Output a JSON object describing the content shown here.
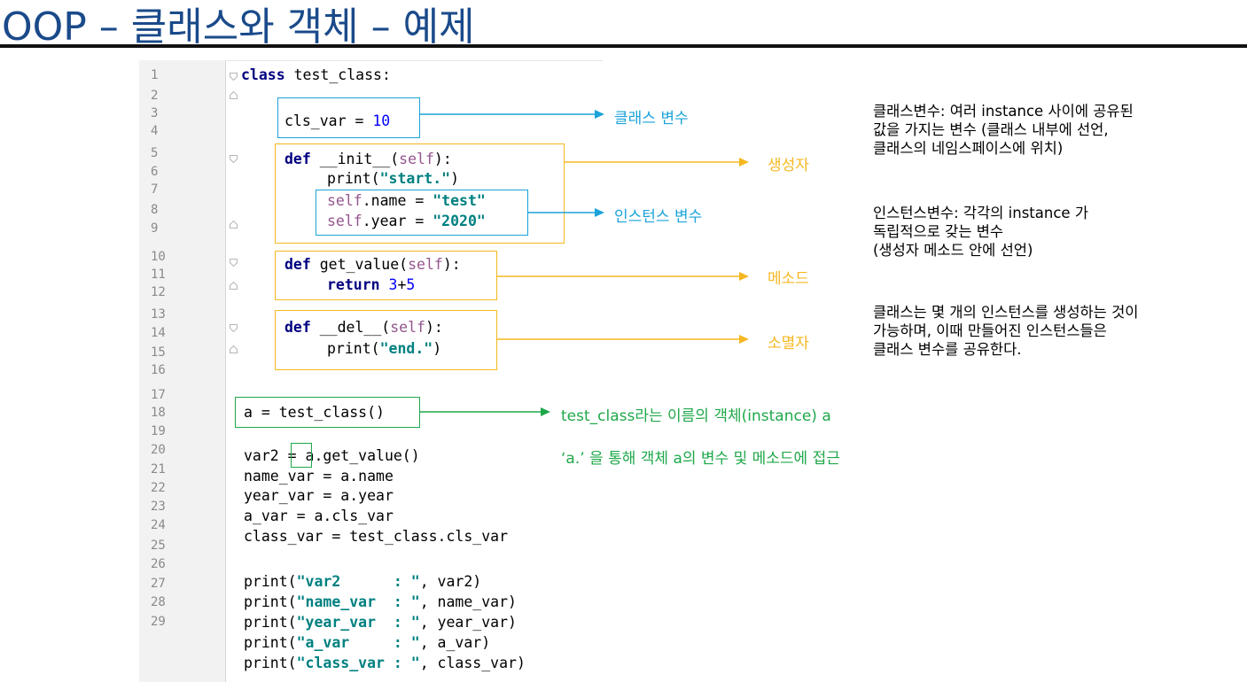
{
  "title": "OOP – 클래스와 객체 – 예제",
  "gutter": {
    "line_numbers": [
      "1",
      "2",
      "3",
      "4",
      "5",
      "6",
      "7",
      "8",
      "9",
      "10",
      "11",
      "12",
      "13",
      "14",
      "15",
      "16",
      "17",
      "18",
      "19",
      "20",
      "21",
      "22",
      "23",
      "24",
      "25",
      "26",
      "27",
      "28",
      "29"
    ]
  },
  "code": {
    "l1_kw": "class",
    "l1_rest": " test_class:",
    "l3_a": "cls_var = ",
    "l3_num": "10",
    "l5_kw": "def",
    "l5_name": " __init__(",
    "l5_self": "self",
    "l5_end": "):",
    "l6_a": "print(",
    "l6_str": "\"start.\"",
    "l6_end": ")",
    "l7_self": "self",
    "l7_mid": ".name = ",
    "l7_str": "\"test\"",
    "l8_self": "self",
    "l8_mid": ".year = ",
    "l8_str": "\"2020\"",
    "l10_kw": "def",
    "l10_name": " get_value(",
    "l10_self": "self",
    "l10_end": "):",
    "l11_kw": "return",
    "l11_sp": " ",
    "l11_n1": "3",
    "l11_op": "+",
    "l11_n2": "5",
    "l13_kw": "def",
    "l13_name": " __del__(",
    "l13_self": "self",
    "l13_end": "):",
    "l14_a": "print(",
    "l14_str": "\"end.\"",
    "l14_end": ")",
    "l17": "a = test_class()",
    "l19": "var2 = a.get_value()",
    "l20": "name_var = a.name",
    "l21": "year_var = a.year",
    "l22": "a_var = a.cls_var",
    "l23": "class_var = test_class.cls_var",
    "l25_a": "print(",
    "l25_str": "\"var2      : \"",
    "l25_end": ", var2)",
    "l26_a": "print(",
    "l26_str": "\"name_var  : \"",
    "l26_end": ", name_var)",
    "l27_a": "print(",
    "l27_str": "\"year_var  : \"",
    "l27_end": ", year_var)",
    "l28_a": "print(",
    "l28_str": "\"a_var     : \"",
    "l28_end": ", a_var)",
    "l29_a": "print(",
    "l29_str": "\"class_var : \"",
    "l29_end": ", class_var)"
  },
  "annotations": {
    "class_var": "클래스 변수",
    "constructor": "생성자",
    "instance_var": "인스턴스 변수",
    "method": "메소드",
    "destructor": "소멸자",
    "object": "test_class라는 이름의 객체(instance) a",
    "access": "‘a.’ 을 통해 객체 a의 변수 및 메소드에 접근"
  },
  "notes": {
    "n1_l1": "클래스변수: 여러 instance 사이에 공유된",
    "n1_l2": "값을 가지는 변수 (클래스 내부에 선언,",
    "n1_l3": "클래스의 네임스페이스에 위치)",
    "n2_l1": "인스턴스변수: 각각의 instance 가",
    "n2_l2": "독립적으로 갖는 변수",
    "n2_l3": "(생성자 메소드 안에 선언)",
    "n3_l1": "클래스는 몇 개의 인스턴스를 생성하는 것이",
    "n3_l2": "가능하며, 이때 만들어진 인스턴스들은",
    "n3_l3": "클래스 변수를 공유한다."
  },
  "colors": {
    "blue": "#1aa3d9",
    "orange": "#f5b820",
    "green": "#1fa84a",
    "title": "#1a4a8a"
  }
}
